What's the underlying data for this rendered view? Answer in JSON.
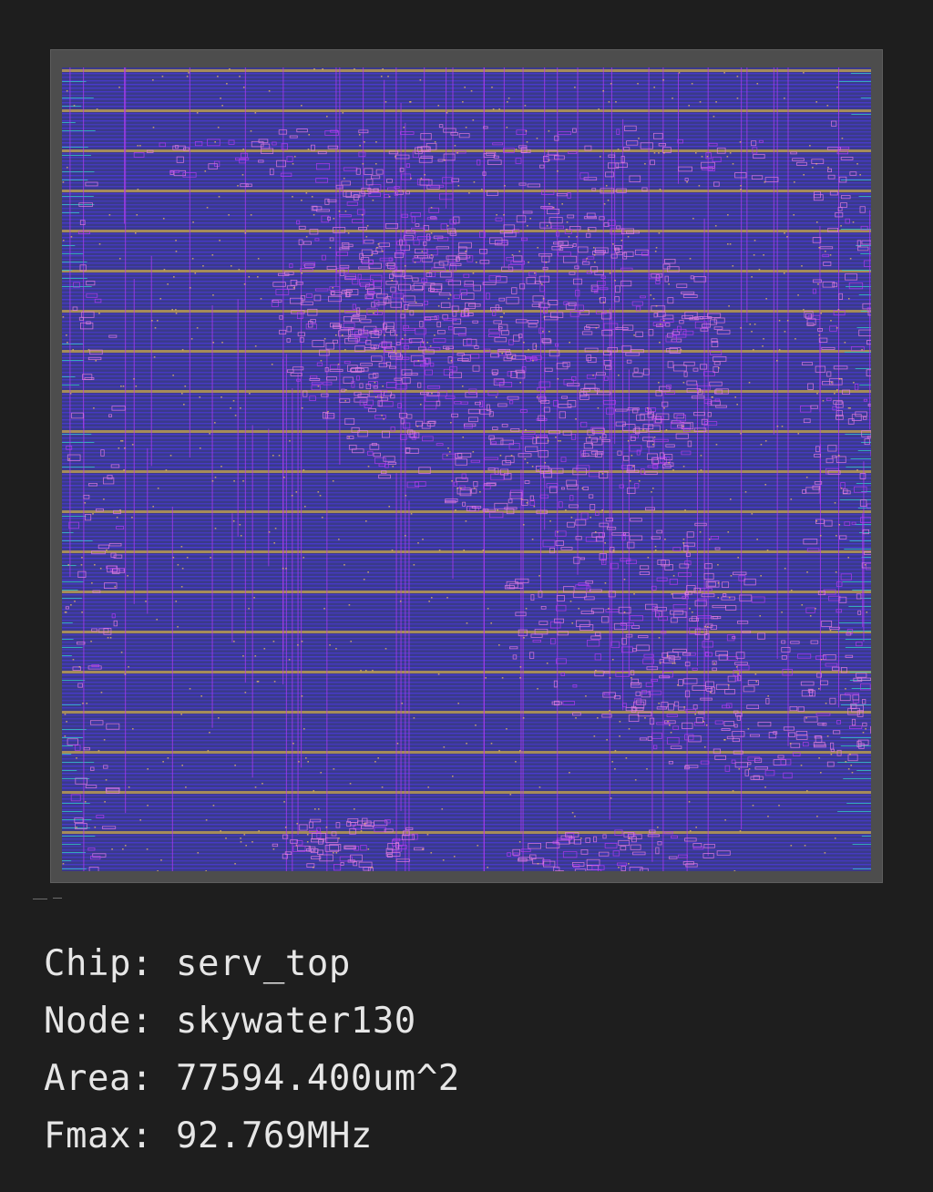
{
  "viewer": {
    "layout_image_label": "chip-layout-render",
    "colors": {
      "background": "#1e1e1e",
      "die": "#4d4d4d",
      "core": "#3a3a8a",
      "metal1": "#4b3ad6",
      "metal2": "#b23cf0",
      "power": "#c9a84a",
      "cell": "#e07ce0",
      "pin": "#35c4c4"
    }
  },
  "chip_info": {
    "chip_label": "Chip:",
    "chip_value": "serv_top",
    "node_label": "Node:",
    "node_value": "skywater130",
    "area_label": "Area:",
    "area_value": "77594.400um^2",
    "fmax_label": "Fmax:",
    "fmax_value": "92.769MHz"
  }
}
